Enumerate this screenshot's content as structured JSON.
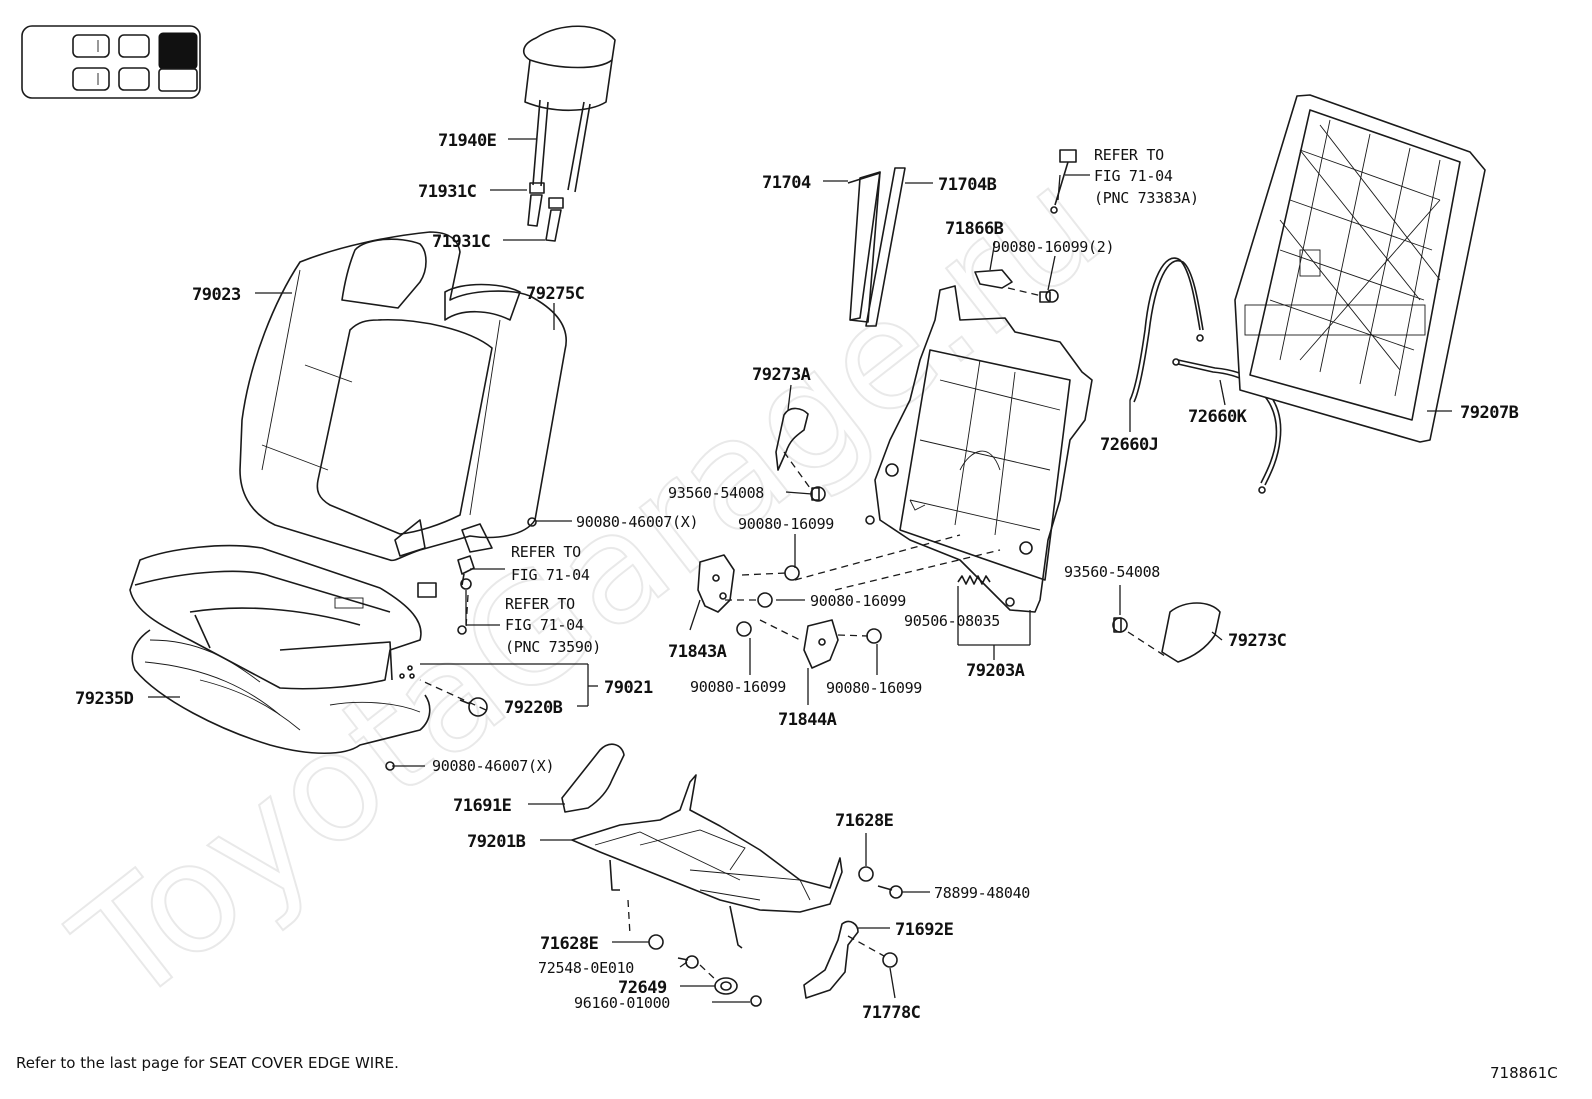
{
  "watermark": "ToyotaGarage.ru",
  "labels": {
    "p71940E": "71940E",
    "p71931C_a": "71931C",
    "p71931C_b": "71931C",
    "p79023": "79023",
    "p79275C": "79275C",
    "p71704": "71704",
    "p71704B": "71704B",
    "p71866B": "71866B",
    "p90080_16099_2": "90080-16099(2)",
    "p79273A": "79273A",
    "p93560_54008_a": "93560-54008",
    "p90080_46007_a": "90080-46007(X)",
    "p90080_16099_a": "90080-16099",
    "p90080_16099_b": "90080-16099",
    "p90080_16099_c": "90080-16099",
    "p90080_16099_d": "90080-16099",
    "p71843A": "71843A",
    "p71844A": "71844A",
    "p90506_08035": "90506-08035",
    "p79203A": "79203A",
    "p93560_54008_b": "93560-54008",
    "p79273C": "79273C",
    "p72660J": "72660J",
    "p72660K": "72660K",
    "p79207B": "79207B",
    "p79235D": "79235D",
    "p79021": "79021",
    "p79220B": "79220B",
    "p90080_46007_b": "90080-46007(X)",
    "p71691E": "71691E",
    "p79201B": "79201B",
    "p71628E_a": "71628E",
    "p78899_48040": "78899-48040",
    "p71692E": "71692E",
    "p71628E_b": "71628E",
    "p72548_0E010": "72548-0E010",
    "p72649": "72649",
    "p96160_01000": "96160-01000",
    "p71778C": "71778C"
  },
  "refs": {
    "ref1_l1": "REFER TO",
    "ref1_l2": "FIG 71-04",
    "ref1_l3": "(PNC 73383A)",
    "ref2_l1": "REFER TO",
    "ref2_l2": "FIG 71-04",
    "ref3_l1": "REFER TO",
    "ref3_l2": "FIG 71-04",
    "ref3_l3": "(PNC 73590)"
  },
  "footer": {
    "note": "Refer to the last page for SEAT COVER EDGE WIRE.",
    "figure_id": "718861C"
  }
}
